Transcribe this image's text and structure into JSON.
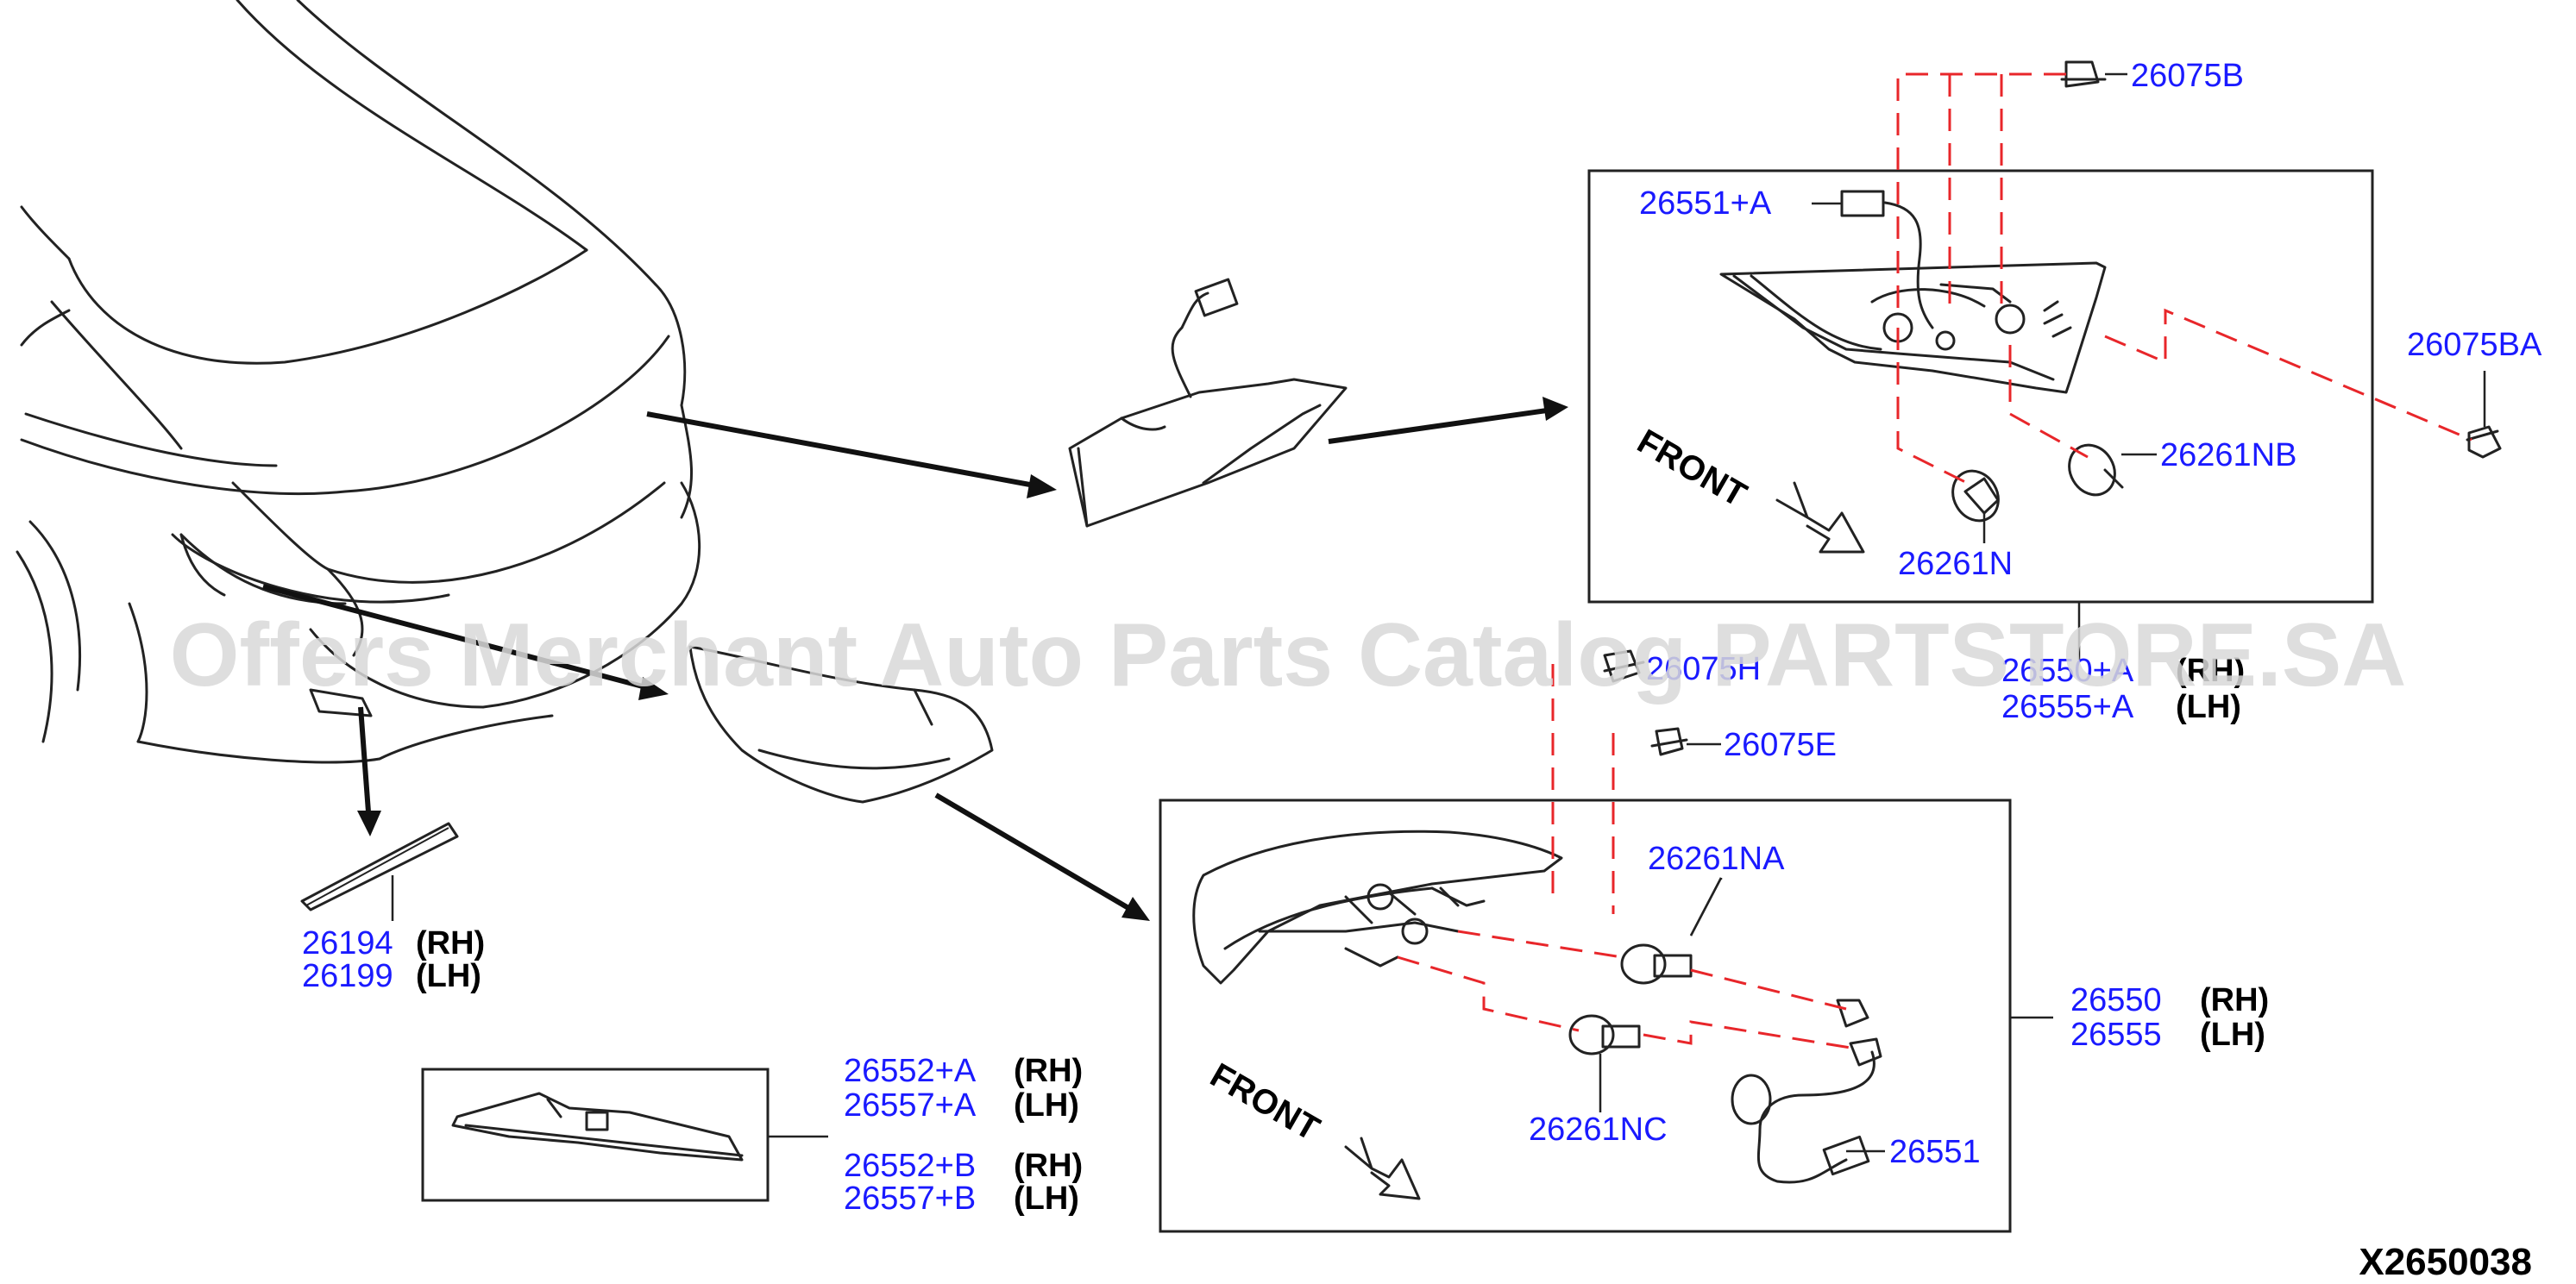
{
  "watermark": "Offers Merchant Auto Parts Catalog PARTSTORE.SA",
  "diagram_code": "X2650038",
  "front_label": "FRONT",
  "parts": {
    "p26075B": "26075B",
    "p26551A": "26551+A",
    "p26075BA": "26075BA",
    "p26261NB": "26261NB",
    "p26261N": "26261N",
    "p26075H": "26075H",
    "p26550A": "26550+A",
    "p26555A": "26555+A",
    "p26075E": "26075E",
    "p26261NA": "26261NA",
    "p26550": "26550",
    "p26555": "26555",
    "p26261NC": "26261NC",
    "p26551": "26551",
    "p26194": "26194",
    "p26199": "26199",
    "p26552A": "26552+A",
    "p26557A": "26557+A",
    "p26552B": "26552+B",
    "p26557B": "26557+B"
  },
  "sides": {
    "rh": "(RH)",
    "lh": "(LH)"
  }
}
